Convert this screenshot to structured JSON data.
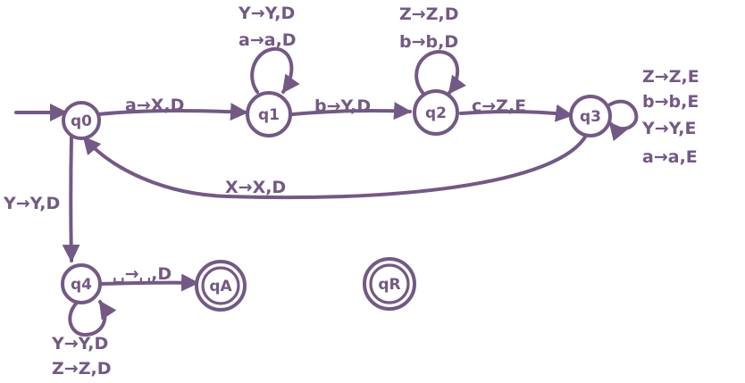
{
  "states": {
    "q0": "q0",
    "q1": "q1",
    "q2": "q2",
    "q3": "q3",
    "q4": "q4",
    "qA": "qA",
    "qR": "qR"
  },
  "transitions": {
    "q0_q1": "a→X,D",
    "q1_self_1": "Y→Y,D",
    "q1_self_2": "a→a,D",
    "q1_q2": "b→Y,D",
    "q2_self_1": "Z→Z,D",
    "q2_self_2": "b→b,D",
    "q2_q3": "c→Z,E",
    "q3_self_1": "Z→Z,E",
    "q3_self_2": "b→b,E",
    "q3_self_3": "Y→Y,E",
    "q3_self_4": "a→a,E",
    "q3_q0": "X→X,D",
    "q0_q4": "Y→Y,D",
    "q4_qA": "␣→␣,D",
    "q4_self_1": "Y→Y,D",
    "q4_self_2": "Z→Z,D"
  },
  "colors": {
    "ink": "#735985",
    "background": "#ffffff"
  }
}
